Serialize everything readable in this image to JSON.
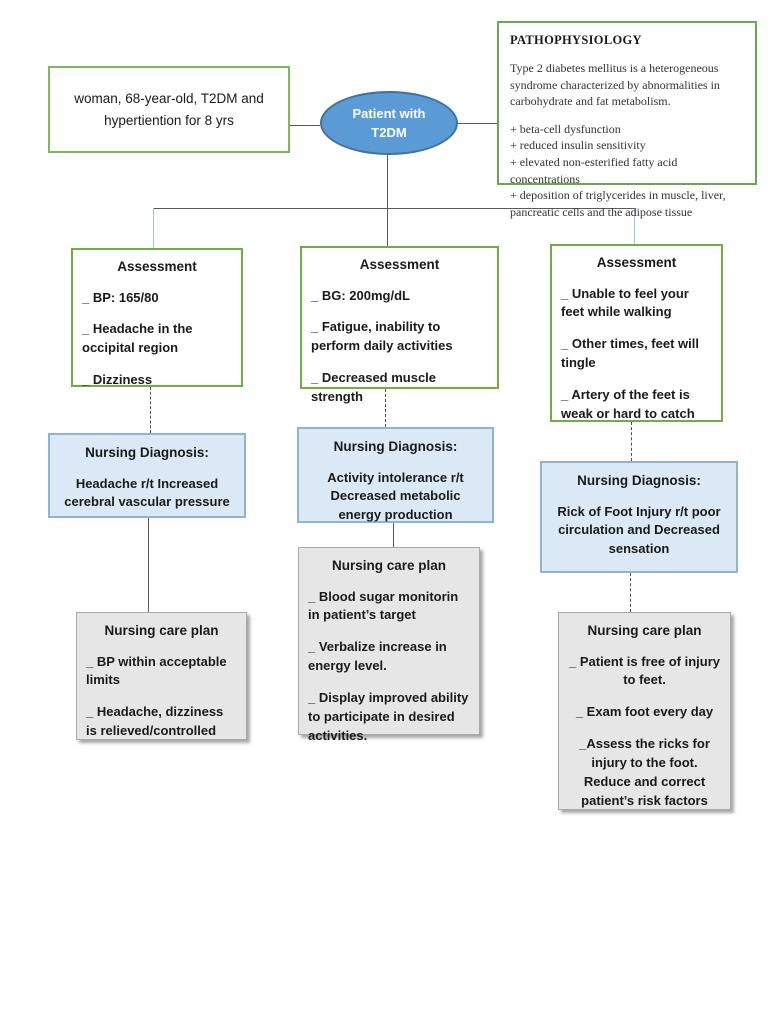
{
  "colors": {
    "assessment_border_green": "#70ad47",
    "node_fill_blue": "#5b9bd5",
    "node_border_blue": "#41719c",
    "diagnosis_fill_blue": "#dbe9f6",
    "diagnosis_border_blue": "#8db3d9",
    "care_plan_fill_gray": "#e7e6e6",
    "connector_gray": "#595959",
    "connector_light_blue": "#9dc3e6"
  },
  "case_box": {
    "text": "woman, 68-year-old, T2DM and hypertiention for 8 yrs"
  },
  "root_node": {
    "label": "Patient with T2DM"
  },
  "pathophysiology": {
    "title": "PATHOPHYSIOLOGY",
    "intro": "Type 2 diabetes mellitus is a heterogeneous syndrome characterized by abnormalities in carbohydrate and fat metabolism.",
    "points": [
      "+ beta-cell dysfunction",
      "+ reduced insulin sensitivity",
      "+ elevated non-esterified fatty acid concentrations",
      "+ deposition of triglycerides in muscle, liver, pancreatic cells and the adipose tissue"
    ]
  },
  "columns": [
    {
      "assessment": {
        "title": "Assessment",
        "items": [
          "_ BP: 165/80",
          "_ Headache in the occipital region",
          "_ Dizziness"
        ]
      },
      "diagnosis": {
        "title": "Nursing Diagnosis:",
        "text": "Headache r/t Increased cerebral vascular pressure"
      },
      "care_plan": {
        "title": "Nursing care plan",
        "items": [
          "_ BP within acceptable limits",
          "_ Headache, dizziness is relieved/controlled"
        ]
      }
    },
    {
      "assessment": {
        "title": "Assessment",
        "items": [
          "_ BG: 200mg/dL",
          "_ Fatigue, inability to perform daily activities",
          "_ Decreased muscle strength"
        ]
      },
      "diagnosis": {
        "title": "Nursing Diagnosis:",
        "text": "Activity intolerance r/t Decreased metabolic energy production"
      },
      "care_plan": {
        "title": "Nursing care plan",
        "items": [
          "_ Blood sugar monitorin in patient’s target",
          "_ Verbalize increase in energy level.",
          "_ Display improved ability to participate in desired activities."
        ]
      }
    },
    {
      "assessment": {
        "title": "Assessment",
        "items": [
          "_ Unable to feel your feet while walking",
          "_ Other times, feet will tingle",
          "_ Artery of the feet  is weak or hard to catch"
        ]
      },
      "diagnosis": {
        "title": "Nursing Diagnosis:",
        "text": "Rick of Foot Injury r/t poor circulation and Decreased sensation"
      },
      "care_plan": {
        "title": "Nursing care plan",
        "items": [
          "_ Patient is free of injury to feet.",
          "_ Exam foot every day",
          "_Assess the ricks for injury to the foot. Reduce and correct patient’s risk factors"
        ]
      }
    }
  ]
}
